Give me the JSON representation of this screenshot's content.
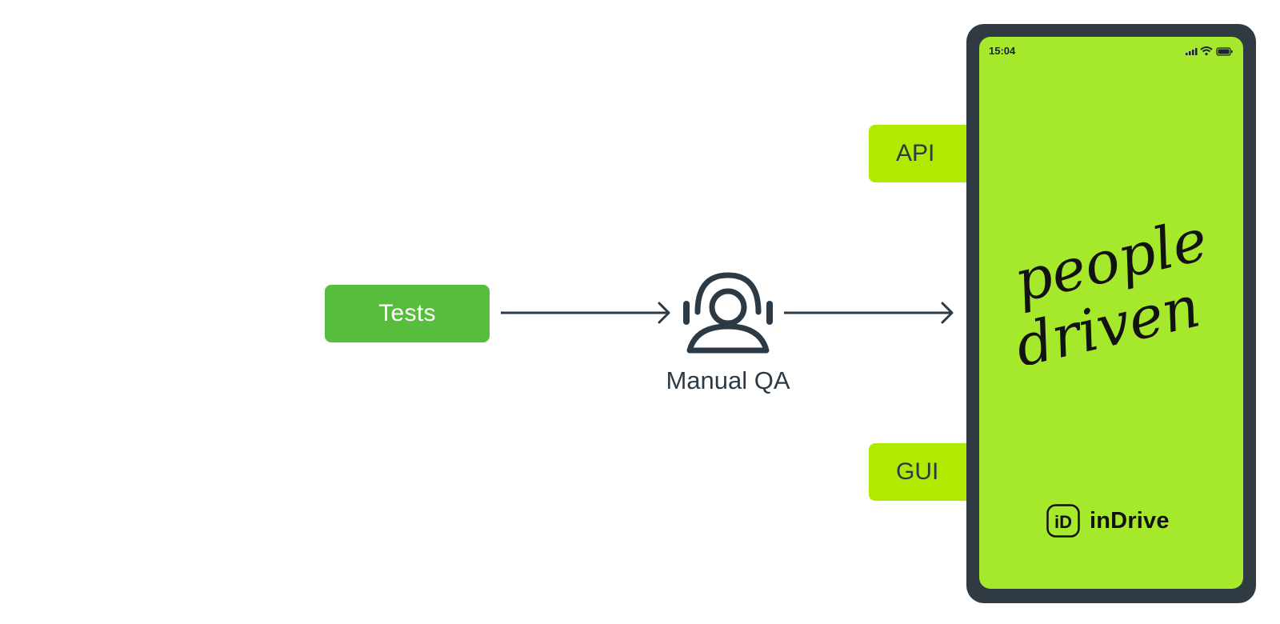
{
  "diagram": {
    "tests_label": "Tests",
    "qa_label": "Manual QA",
    "api_label": "API",
    "gui_label": "GUI",
    "phone": {
      "time": "15:04",
      "slogan_line1": "people",
      "slogan_line2": "driven",
      "brand_name": "inDrive",
      "brand_badge_text": "iD"
    },
    "colors": {
      "tests_green": "#58bd3d",
      "tab_lime": "#b0ea00",
      "screen_lime": "#a6e92c",
      "dark": "#2f3a43"
    },
    "icons": {
      "qa": "person-with-headset-icon",
      "arrow": "arrow-right-icon"
    }
  }
}
